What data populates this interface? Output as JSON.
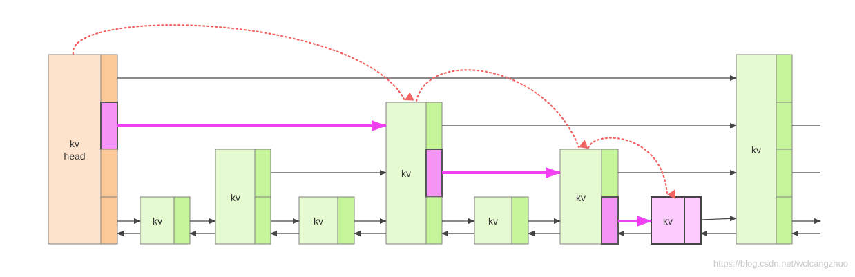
{
  "diagram": {
    "head": {
      "line1": "kv",
      "line2": "head"
    },
    "node_label": "kv",
    "watermark": "https://blog.csdn.net/wclcangzhuo"
  },
  "colors": {
    "head_fill": "#fde3cb",
    "head_level_fill": "#fbc997",
    "node_fill": "#e6fad2",
    "node_level_fill": "#c5f49a",
    "search_path_fill": "#f694f6",
    "target_fill": "#fccdfc",
    "border": "#808080",
    "link_arrow": "#444444",
    "search_arrow": "#f040f0",
    "dotted_path": "#f26464"
  }
}
